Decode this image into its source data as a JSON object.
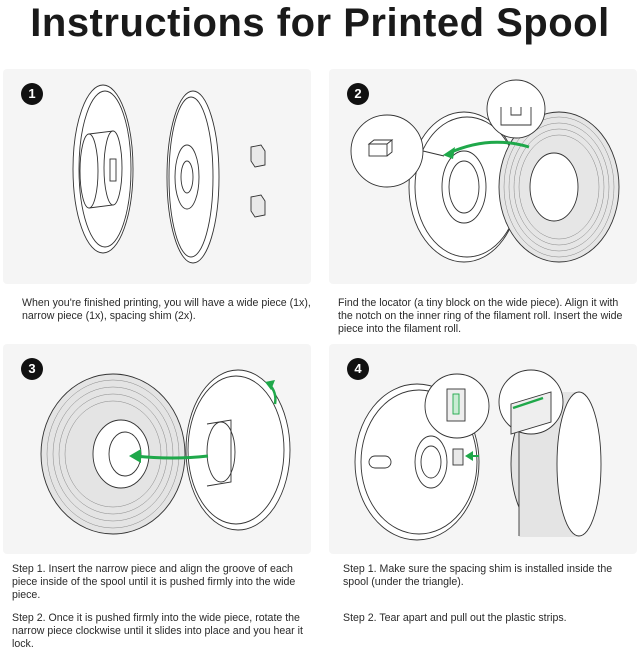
{
  "title": "Instructions for Printed Spool",
  "colors": {
    "accent_green": "#1fa84a",
    "panel_bg": "#f5f5f5"
  },
  "steps": [
    {
      "number": "1",
      "caption": "When you're finished printing, you will have a wide piece (1x), narrow piece (1x), spacing shim (2x)."
    },
    {
      "number": "2",
      "caption": "Find the locator (a tiny block on the wide piece). Align it with the notch on the inner ring of the filament roll. Insert the wide piece into the filament roll."
    },
    {
      "number": "3",
      "caption_a": "Step 1. Insert the narrow piece and align the groove of each piece inside of the spool until it is pushed firmly into the wide piece.",
      "caption_b": "Step 2. Once it is pushed firmly into the wide piece, rotate the narrow piece clockwise until it slides into place and you hear it lock."
    },
    {
      "number": "4",
      "caption_a": "Step 1. Make sure the spacing shim is installed inside the spool (under the triangle).",
      "caption_b": "Step 2. Tear apart and pull out the plastic strips."
    }
  ]
}
